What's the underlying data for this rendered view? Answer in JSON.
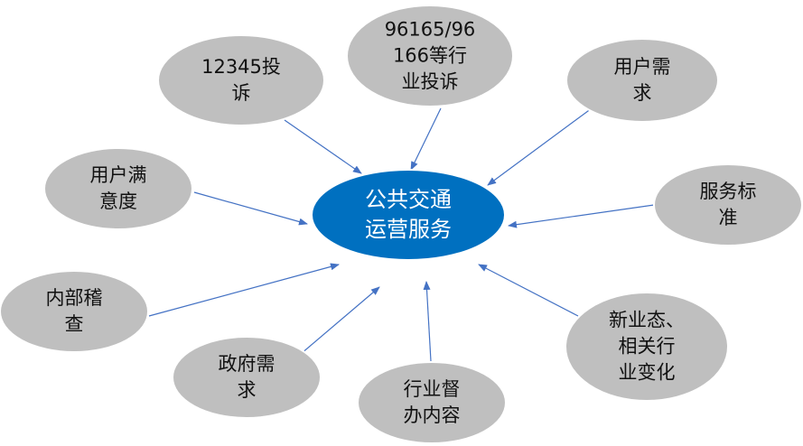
{
  "colors": {
    "center_fill": "#0070c0",
    "node_fill": "#bfbfbf",
    "arrow": "#4472c4",
    "center_text": "#ffffff"
  },
  "center": {
    "id": "center",
    "lines": [
      "公共交通",
      "运营服务"
    ]
  },
  "nodes": [
    {
      "id": "n12345",
      "lines": [
        "12345投",
        "诉"
      ]
    },
    {
      "id": "n96165",
      "lines": [
        "96165/96",
        "166等行",
        "业投诉"
      ]
    },
    {
      "id": "user-demand",
      "lines": [
        "用户需",
        "求"
      ]
    },
    {
      "id": "user-satisfaction",
      "lines": [
        "用户满",
        "意度"
      ]
    },
    {
      "id": "service-standard",
      "lines": [
        "服务标",
        "准"
      ]
    },
    {
      "id": "internal-audit",
      "lines": [
        "内部稽",
        "查"
      ]
    },
    {
      "id": "new-business",
      "lines": [
        "新业态、",
        "相关行",
        "业变化"
      ]
    },
    {
      "id": "gov-demand",
      "lines": [
        "政府需",
        "求"
      ]
    },
    {
      "id": "industry-supervision",
      "lines": [
        "行业督",
        "办内容"
      ]
    }
  ],
  "edges": [
    {
      "from": "n12345",
      "to": "center"
    },
    {
      "from": "n96165",
      "to": "center"
    },
    {
      "from": "user-demand",
      "to": "center"
    },
    {
      "from": "user-satisfaction",
      "to": "center"
    },
    {
      "from": "service-standard",
      "to": "center"
    },
    {
      "from": "internal-audit",
      "to": "center"
    },
    {
      "from": "new-business",
      "to": "center"
    },
    {
      "from": "gov-demand",
      "to": "center"
    },
    {
      "from": "industry-supervision",
      "to": "center"
    }
  ]
}
